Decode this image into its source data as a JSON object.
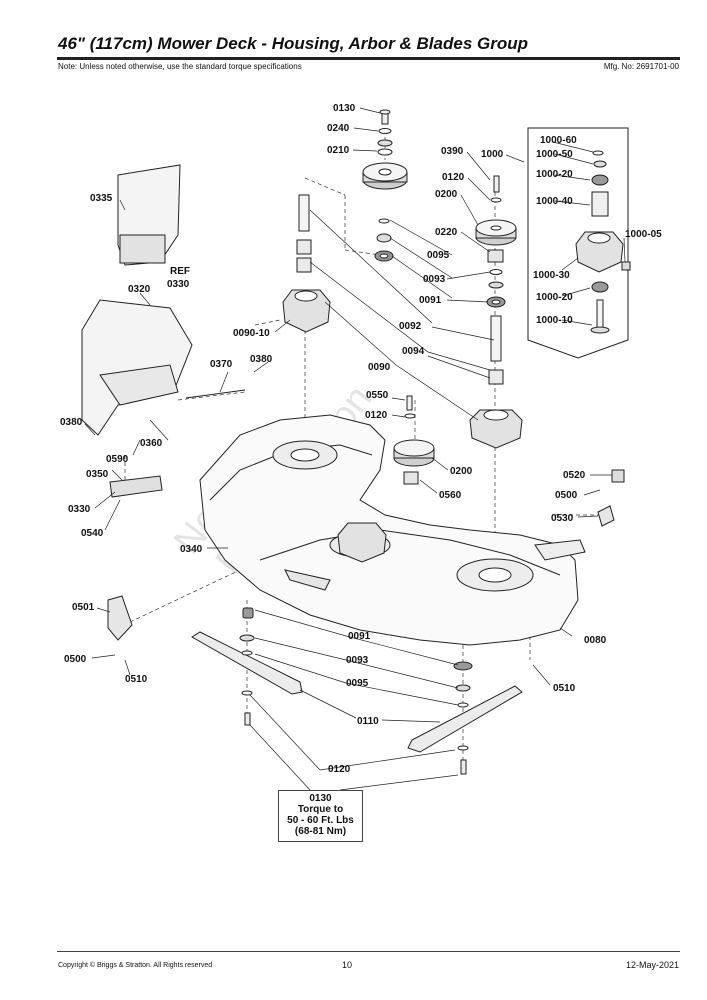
{
  "header": {
    "title": "46\" (117cm) Mower Deck - Housing, Arbor & Blades Group",
    "note": "Note: Unless noted otherwise, use the standard torque specifications",
    "mfg_no": "Mfg. No: 2691701-00"
  },
  "footer": {
    "copyright": "Copyright ©  Briggs & Stratton. All Rights reserved",
    "page": "10",
    "date": "12-May-2021"
  },
  "watermark": {
    "line1": "Not For",
    "line2": "Reproduction"
  },
  "callouts": {
    "c0130_top": "0130",
    "c0240": "0240",
    "c0210": "0210",
    "c0390": "0390",
    "c1000": "1000",
    "c0120_top": "0120",
    "c0200_top": "0200",
    "c0220": "0220",
    "c0095_top": "0095",
    "c0093_top": "0093",
    "c0091_top": "0091",
    "c0092": "0092",
    "c0094": "0094",
    "c0090": "0090",
    "c0090_10": "0090-10",
    "c0380_top": "0380",
    "c0370": "0370",
    "c0335": "0335",
    "c_ref": "REF",
    "c0330_ref": "0330",
    "c0320": "0320",
    "c0380_left": "0380",
    "c0360": "0360",
    "c0590": "0590",
    "c0350": "0350",
    "c0330": "0330",
    "c0540": "0540",
    "c0550": "0550",
    "c0120_mid": "0120",
    "c0200_mid": "0200",
    "c0560": "0560",
    "c0520": "0520",
    "c0500_right": "0500",
    "c0530": "0530",
    "c0340": "0340",
    "c0501": "0501",
    "c0500_left": "0500",
    "c0510_left": "0510",
    "c0091_bot": "0091",
    "c0093_bot": "0093",
    "c0095_bot": "0095",
    "c0110": "0110",
    "c0080": "0080",
    "c0510_right": "0510",
    "c0120_bot": "0120",
    "c1000_60": "1000-60",
    "c1000_50": "1000-50",
    "c1000_20_top": "1000-20",
    "c1000_40": "1000-40",
    "c1000_05": "1000-05",
    "c1000_30": "1000-30",
    "c1000_20_bot": "1000-20",
    "c1000_10": "1000-10"
  },
  "torque_note": {
    "part": "0130",
    "line1": "Torque to",
    "line2": "50 - 60 Ft. Lbs",
    "line3": "(68-81 Nm)"
  }
}
